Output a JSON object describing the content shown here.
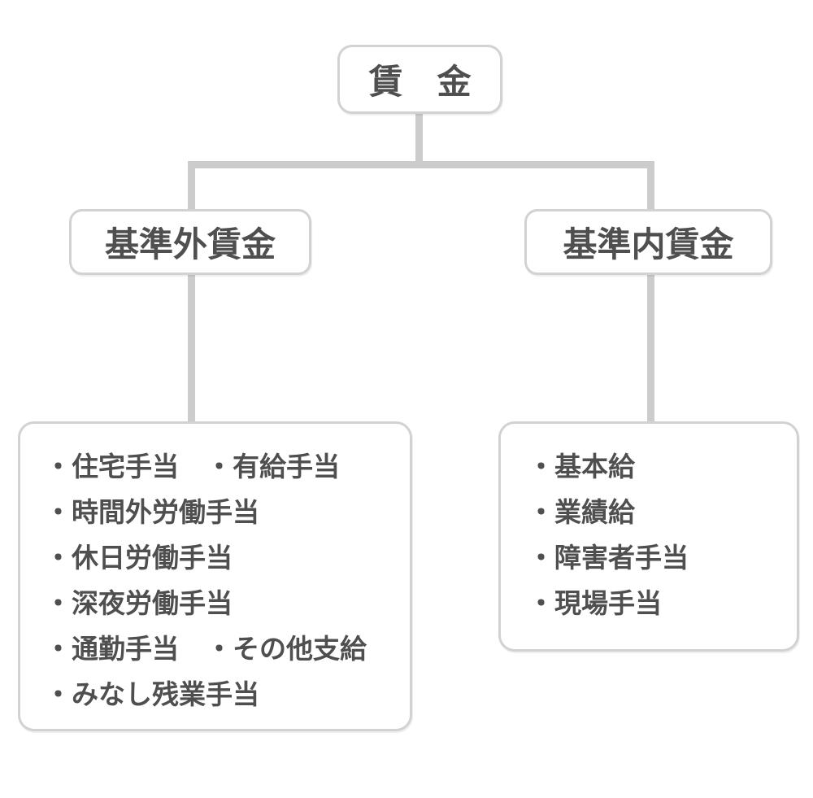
{
  "diagram": {
    "root": {
      "label": "賃　金"
    },
    "branches": [
      {
        "label": "基準外賃金",
        "items": [
          "・住宅手当　・有給手当",
          "・時間外労働手当",
          "・休日労働手当",
          "・深夜労働手当",
          "・通勤手当　・その他支給",
          "・みなし残業手当"
        ]
      },
      {
        "label": "基準内賃金",
        "items": [
          "・基本給",
          "・業績給",
          "・障害者手当",
          "・現場手当"
        ]
      }
    ],
    "colors": {
      "background": "#ffffff",
      "box_border": "#d2d2d2",
      "connector": "#cccccc",
      "text": "#4f4f4f"
    }
  }
}
